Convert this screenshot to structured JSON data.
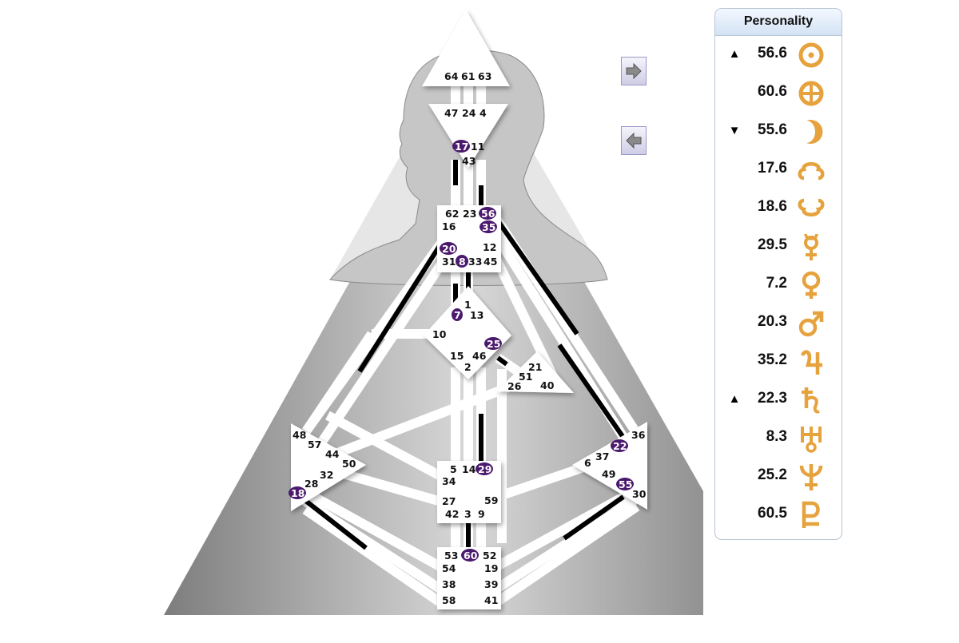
{
  "chart": {
    "gates": {
      "head": [
        "64",
        "61",
        "63"
      ],
      "ajna_top": [
        "47",
        "24",
        "4"
      ],
      "ajna_bottom": [
        "17",
        "11",
        "43"
      ],
      "throat": [
        "62",
        "23",
        "56",
        "16",
        "35",
        "20",
        "12",
        "31",
        "8",
        "33",
        "45"
      ],
      "g_center": [
        "1",
        "7",
        "13",
        "10",
        "25",
        "15",
        "46",
        "2"
      ],
      "ego": [
        "21",
        "51",
        "26",
        "40"
      ],
      "spleen": [
        "48",
        "57",
        "44",
        "50",
        "32",
        "28",
        "18"
      ],
      "solar_plexus": [
        "36",
        "22",
        "37",
        "6",
        "49",
        "55",
        "30"
      ],
      "sacral": [
        "5",
        "14",
        "29",
        "34",
        "27",
        "59",
        "42",
        "3",
        "9"
      ],
      "root": [
        "53",
        "60",
        "52",
        "54",
        "19",
        "38",
        "39",
        "58",
        "41"
      ]
    },
    "activated_gates": [
      "17",
      "56",
      "35",
      "20",
      "8",
      "7",
      "25",
      "22",
      "55",
      "18",
      "29",
      "60"
    ]
  },
  "nav": {
    "next_icon": "right-arrow-icon",
    "prev_icon": "left-arrow-icon"
  },
  "personality": {
    "title": "Personality",
    "rows": [
      {
        "arrow": "▲",
        "value": "56.6",
        "planet": "sun-icon"
      },
      {
        "arrow": "",
        "value": "60.6",
        "planet": "earth-icon"
      },
      {
        "arrow": "▼",
        "value": "55.6",
        "planet": "moon-icon"
      },
      {
        "arrow": "",
        "value": "17.6",
        "planet": "north-node-icon"
      },
      {
        "arrow": "",
        "value": "18.6",
        "planet": "south-node-icon"
      },
      {
        "arrow": "",
        "value": "29.5",
        "planet": "mercury-icon"
      },
      {
        "arrow": "",
        "value": "7.2",
        "planet": "venus-icon"
      },
      {
        "arrow": "",
        "value": "20.3",
        "planet": "mars-icon"
      },
      {
        "arrow": "",
        "value": "35.2",
        "planet": "jupiter-icon"
      },
      {
        "arrow": "▲",
        "value": "22.3",
        "planet": "saturn-icon"
      },
      {
        "arrow": "",
        "value": "8.3",
        "planet": "uranus-icon"
      },
      {
        "arrow": "",
        "value": "25.2",
        "planet": "neptune-icon"
      },
      {
        "arrow": "",
        "value": "60.5",
        "planet": "pluto-icon"
      }
    ],
    "symbol_color": "#e6a23c"
  },
  "colors": {
    "activation": "#4b1a6e",
    "channel_defined": "#000000",
    "center_fill": "#ffffff"
  }
}
